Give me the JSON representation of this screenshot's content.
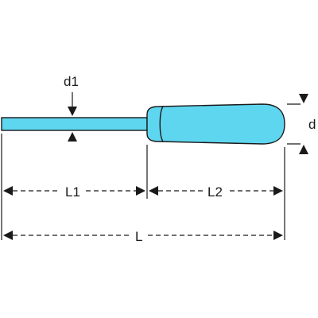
{
  "labels": {
    "d1": "d1",
    "d": "d",
    "L1": "L1",
    "L2": "L2",
    "L": "L"
  },
  "colors": {
    "handle_fill": "#5fd6f0",
    "line": "#1a1a1a",
    "background": "#ffffff"
  }
}
